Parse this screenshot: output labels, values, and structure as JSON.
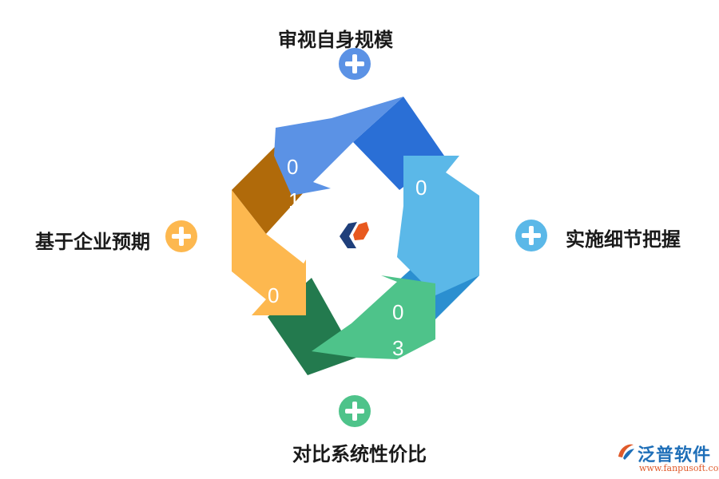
{
  "labels": {
    "top": "审视自身规模",
    "right": "实施细节把握",
    "bottom": "对比系统性价比",
    "left": "基于企业预期"
  },
  "steps": {
    "s1": {
      "d1": "0",
      "d2": "1"
    },
    "s2": {
      "d1": "0"
    },
    "s3": {
      "d1": "0",
      "d2": "3"
    },
    "s4": {
      "d1": "0"
    }
  },
  "colors": {
    "blue_light": "#5b92e5",
    "blue_dark": "#2a6fd6",
    "sky_light": "#5bb8e8",
    "sky_dark": "#2b8fd0",
    "green_light": "#4ec38a",
    "green_dark": "#237a4e",
    "orange_light": "#fdb84f",
    "brown_dark": "#b06a0a"
  },
  "brand": {
    "name": "泛普软件",
    "url": "www.fanpusoft.com"
  }
}
